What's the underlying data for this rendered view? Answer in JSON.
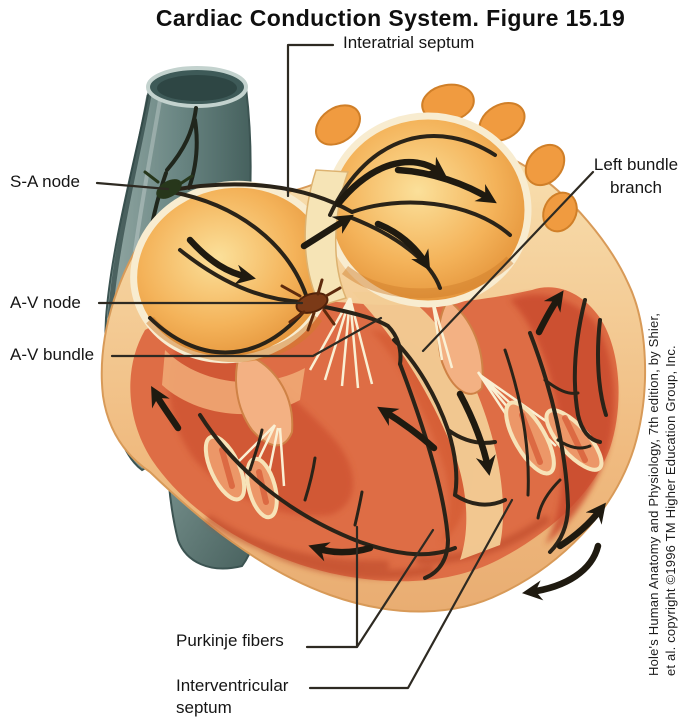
{
  "title": "Cardiac Conduction System. Figure 15.19",
  "labels": {
    "interatrial_septum": "Interatrial septum",
    "sa_node": "S-A node",
    "av_node": "A-V node",
    "av_bundle": "A-V bundle",
    "left_bundle_branch": {
      "line1": "Left bundle",
      "line2": "branch"
    },
    "purkinje_fibers": "Purkinje fibers",
    "interventricular_septum": {
      "line1": "Interventricular",
      "line2": "septum"
    }
  },
  "credit": {
    "line1": "Hole's Human Anatomy and Physiology, 7th edition, by Shier,",
    "line2": "et al. copyright ©1996 TM Higher Education Group, Inc."
  },
  "colors": {
    "background": "#ffffff",
    "label_text": "#151515",
    "leader_line": "#2e2a22",
    "vessel_gray": "#5d7a77",
    "heart_wall_cream": "#f3cf9a",
    "atrium_orange": "#f0a447",
    "ventricle_red": "#dd6a42",
    "septum_cream": "#f2cc95",
    "papillary_salmon": "#ef9f6f",
    "chordae_cream": "#faf0d4",
    "conduction_black": "#211c12",
    "sa_node_green": "#27371b",
    "av_node_brown": "#7b3a17"
  }
}
